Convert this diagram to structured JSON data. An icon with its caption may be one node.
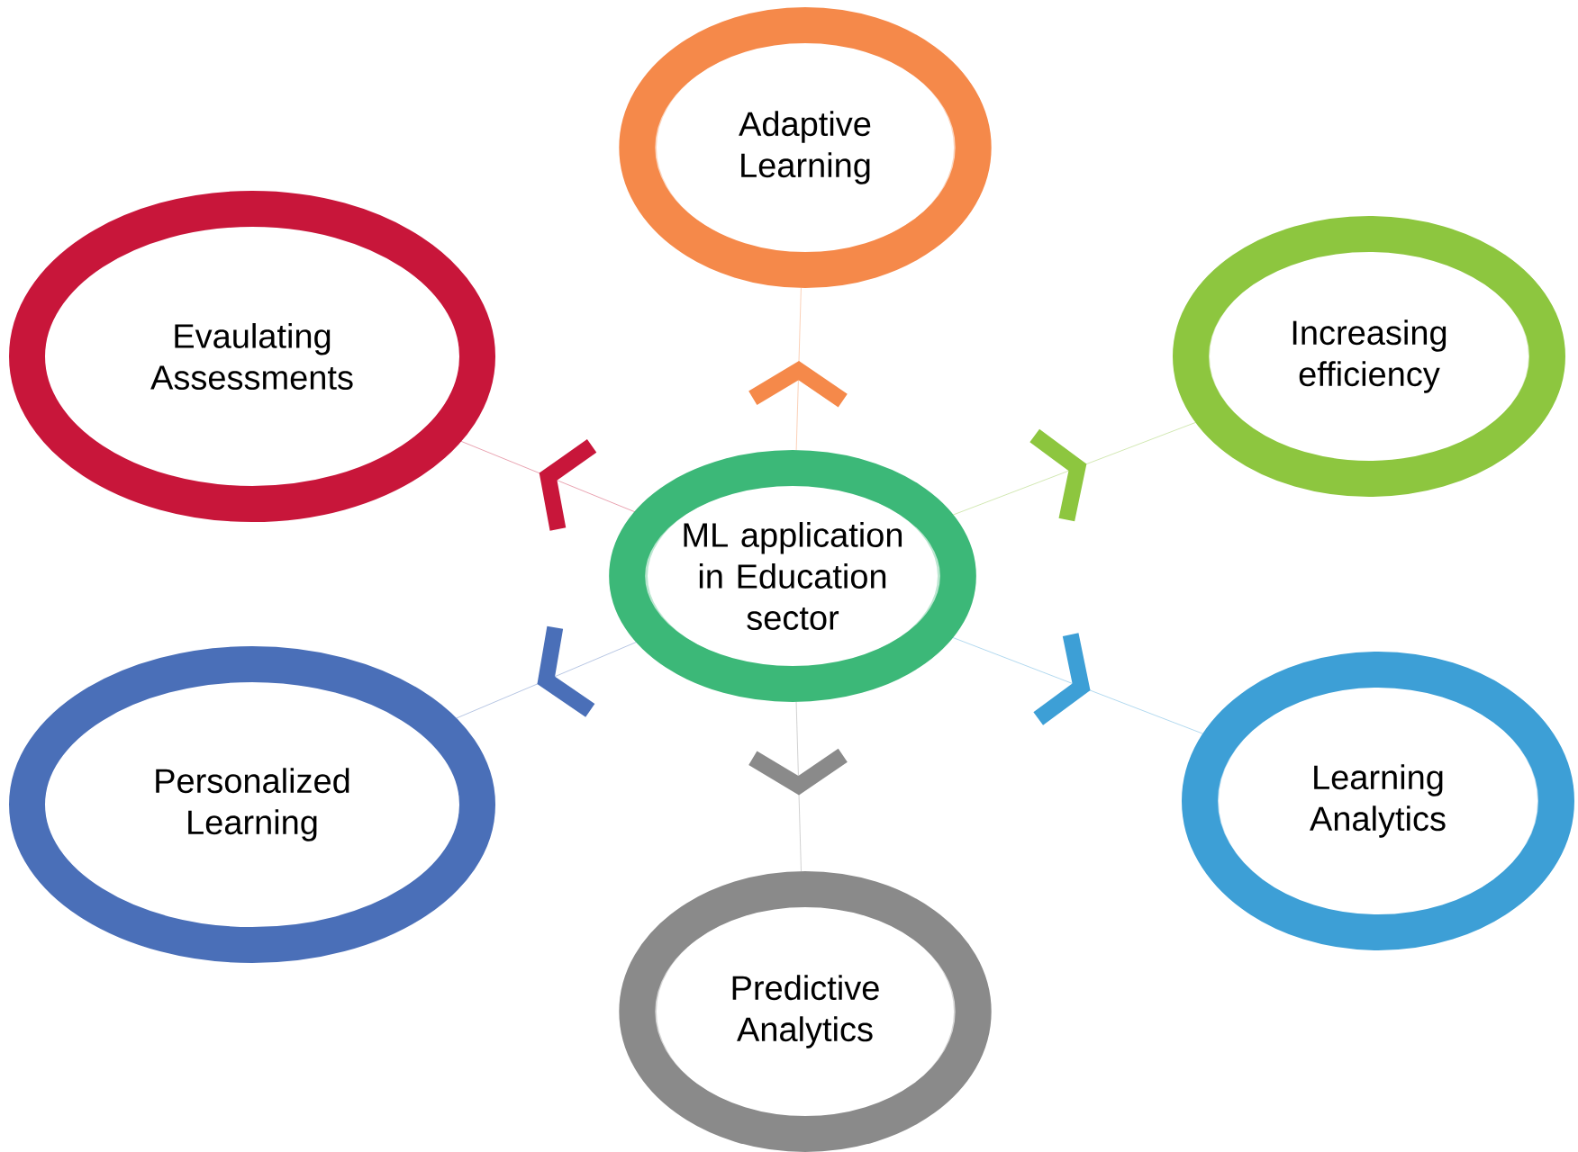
{
  "diagram": {
    "nodes": [
      {
        "text": [
          "Adaptive Learning"
        ]
      },
      {
        "text": [
          "Evaulating Assessments"
        ]
      },
      {
        "text": [
          "Increasing efficiency"
        ]
      },
      {
        "text": [
          "ML application in Education sector"
        ]
      },
      {
        "text": [
          "Personalized Learning"
        ]
      },
      {
        "text": [
          "Learning Analytics"
        ]
      },
      {
        "text": [
          "Predictive Analytics"
        ]
      }
    ],
    "edges": [
      {
        "from": 3,
        "to": 0,
        "arrow": "to",
        "color": "#f5894a"
      },
      {
        "from": 3,
        "to": 1,
        "arrow": "to",
        "color": "#c8163a"
      },
      {
        "from": 3,
        "to": 2,
        "arrow": "to",
        "color": "#8dc63f"
      },
      {
        "from": 3,
        "to": 4,
        "arrow": "to",
        "color": "#4a6fb8"
      },
      {
        "from": 3,
        "to": 5,
        "arrow": "to",
        "color": "#3d9fd6"
      },
      {
        "from": 3,
        "to": 6,
        "arrow": "to",
        "color": "#8a8a8a"
      }
    ]
  }
}
